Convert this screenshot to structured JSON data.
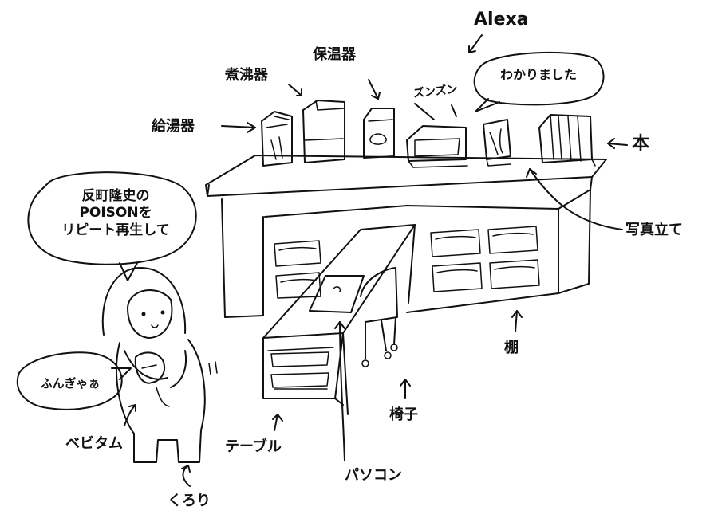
{
  "labels": {
    "alexa": "Alexa",
    "boiler": "保温器",
    "kettle": "煮沸器",
    "water_heater": "給湯器",
    "book": "本",
    "photo_stand": "写真立て",
    "shelf": "棚",
    "chair": "椅子",
    "computer": "パソコン",
    "table": "テーブル",
    "bebitamu": "ベビタム",
    "kurori": "くろり",
    "sound_effect": "ズンズン"
  },
  "bubbles": {
    "alexa_reply": "わかりました",
    "request_line1": "反町隆史の",
    "request_line2": "POISONを",
    "request_line3": "リピート再生して",
    "cat_sound": "ふんぎゃぁ"
  }
}
